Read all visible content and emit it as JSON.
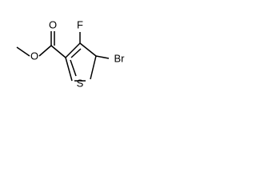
{
  "molecule": {
    "atoms": {
      "fluorine": "F",
      "bromine": "Br",
      "sulfur": "S",
      "carbonyl_oxygen": "O",
      "ester_oxygen": "O"
    }
  }
}
